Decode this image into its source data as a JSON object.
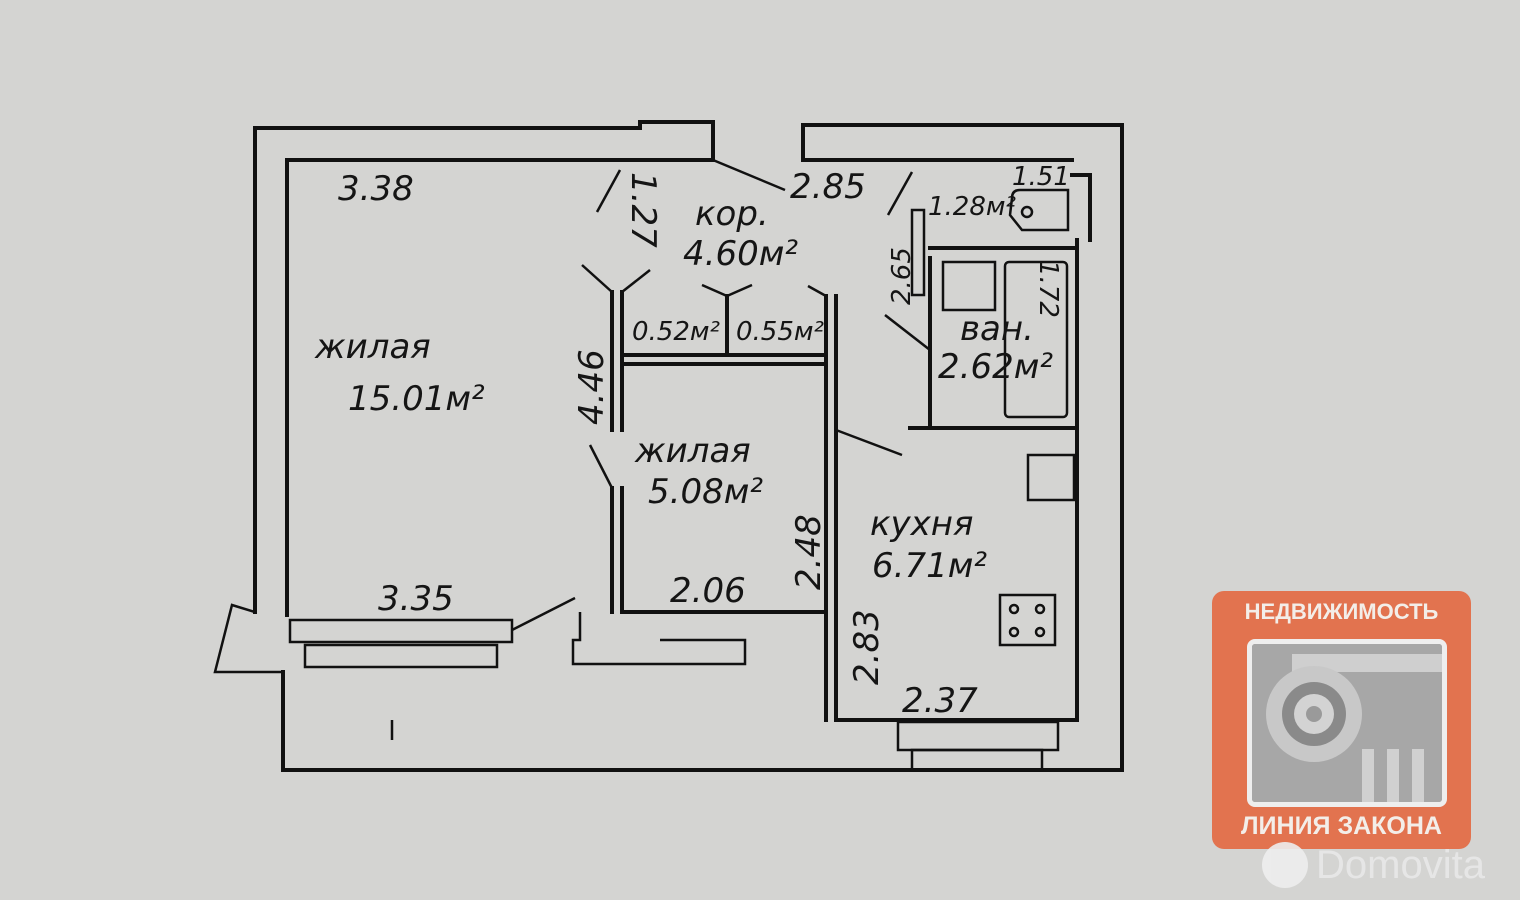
{
  "rooms": {
    "living_large": {
      "name": "жилая",
      "area": "15.01м²"
    },
    "living_small": {
      "name": "жилая",
      "area": "5.08м²"
    },
    "corridor": {
      "name": "кор.",
      "area": "4.60м²"
    },
    "bathroom": {
      "name": "ван.",
      "area": "2.62м²"
    },
    "kitchen": {
      "name": "кухня",
      "area": "6.71м²"
    },
    "toilet": {
      "area": "1.28м²"
    },
    "closet_1": {
      "area": "0.52м²"
    },
    "closet_2": {
      "area": "0.55м²"
    }
  },
  "dimensions": {
    "d_3_38": "3.38",
    "d_2_85": "2.85",
    "d_1_27": "1.27",
    "d_1_51": "1.51",
    "d_2_65": "2.65",
    "d_1_72": "1.72",
    "d_4_46": "4.46",
    "d_3_35": "3.35",
    "d_2_06": "2.06",
    "d_2_48": "2.48",
    "d_2_83": "2.83",
    "d_2_37": "2.37"
  },
  "logo": {
    "top": "НЕДВИЖИМОСТЬ",
    "bottom": "ЛИНИЯ ЗАКОНА"
  },
  "watermark": "Domovita"
}
